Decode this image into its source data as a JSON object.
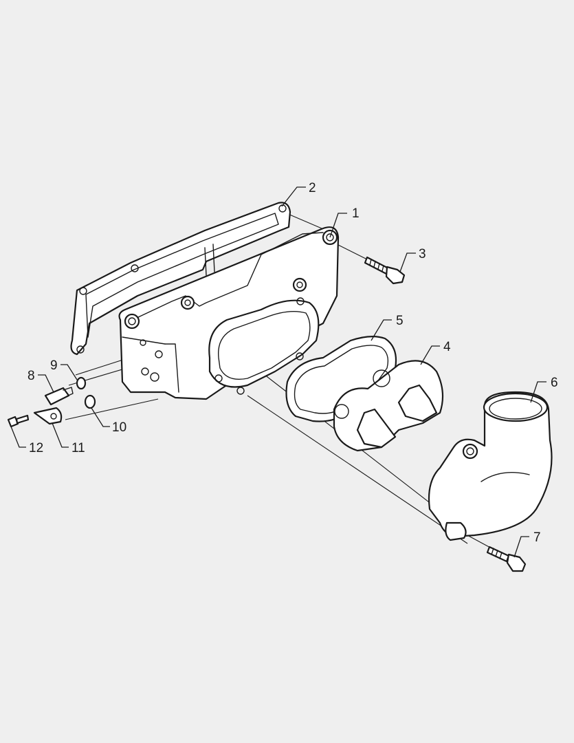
{
  "callouts": {
    "c1": "1",
    "c2": "2",
    "c3": "3",
    "c4": "4",
    "c5": "5",
    "c6": "6",
    "c7": "7",
    "c8": "8",
    "c9": "9",
    "c10": "10",
    "c11": "11",
    "c12": "12"
  },
  "colors": {
    "background": "#efefef",
    "line": "#1a1a1a",
    "fill": "#ffffff"
  }
}
